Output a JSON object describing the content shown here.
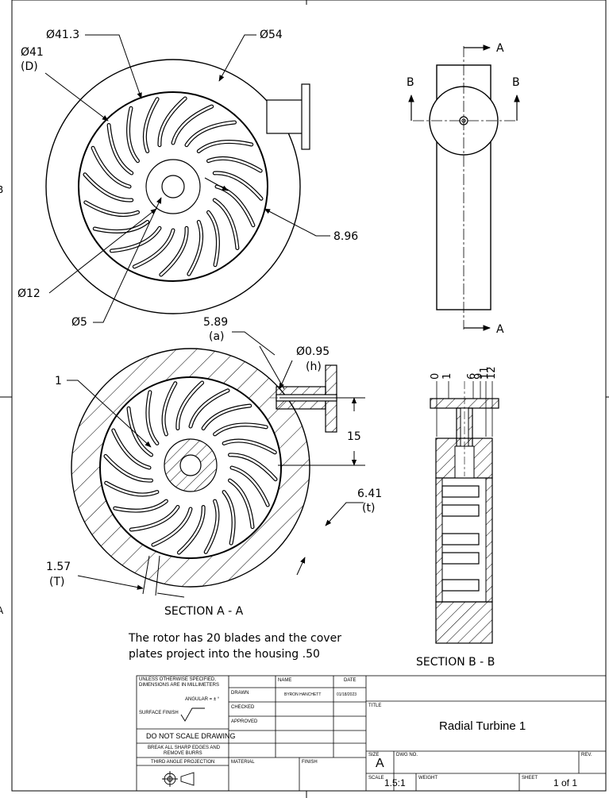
{
  "views": {
    "top": {
      "dimensions": {
        "d_41_3": "Ø41.3",
        "d_54": "Ø54",
        "d_41": "Ø41",
        "d_41_sub": "(D)",
        "d_12": "Ø12",
        "d_5": "Ø5",
        "d_8_96": "8.96"
      }
    },
    "side": {
      "labels": {
        "a_top": "A",
        "a_bottom": "A",
        "b_left": "B",
        "b_right": "B"
      }
    },
    "section_a": {
      "title": "SECTION A - A",
      "dimensions": {
        "d_1": "1",
        "d_5_89": "5.89",
        "d_5_89_sub": "(a)",
        "d_0_95": "Ø0.95",
        "d_0_95_sub": "(h)",
        "d_15": "15",
        "d_6_41": "6.41",
        "d_6_41_sub": "(t)",
        "d_1_57": "1.57",
        "d_1_57_sub": "(T)"
      }
    },
    "section_b": {
      "title": "SECTION B - B",
      "dimensions": [
        "0",
        "1",
        "6",
        "9",
        "11",
        "12"
      ]
    }
  },
  "note": {
    "line1": "The rotor has 20 blades and the cover",
    "line2": "plates project into the housing .50"
  },
  "border_letters": {
    "left_upper": "B",
    "left_lower": "A"
  },
  "title_block": {
    "tolerance_line1": "UNLESS OTHERWISE SPECIFIED,",
    "tolerance_line2": "DIMENSIONS ARE IN MILLIMETERS",
    "angular": "ANGULAR = ± °",
    "surface_finish": "SURFACE FINISH",
    "do_not_scale": "DO NOT SCALE DRAWING",
    "break_edges_1": "BREAK ALL SHARP EDGES AND",
    "break_edges_2": "REMOVE BURRS",
    "projection": "THIRD ANGLE PROJECTION",
    "name_header": "NAME",
    "date_header": "DATE",
    "drawn_label": "DRAWN",
    "drawn_name": "BYRON HANCHETT",
    "drawn_date": "01/18/2023",
    "checked_label": "CHECKED",
    "approved_label": "APPROVED",
    "material_label": "MATERIAL",
    "finish_label": "FINISH",
    "title_label": "TITLE",
    "title_value": "Radial Turbine 1",
    "size_label": "SIZE",
    "size_value": "A",
    "dwg_no_label": "DWG NO.",
    "rev_label": "REV.",
    "scale_label": "SCALE",
    "scale_value": "1.5:1",
    "weight_label": "WEIGHT",
    "sheet_label": "SHEET",
    "sheet_value": "1 of 1"
  }
}
